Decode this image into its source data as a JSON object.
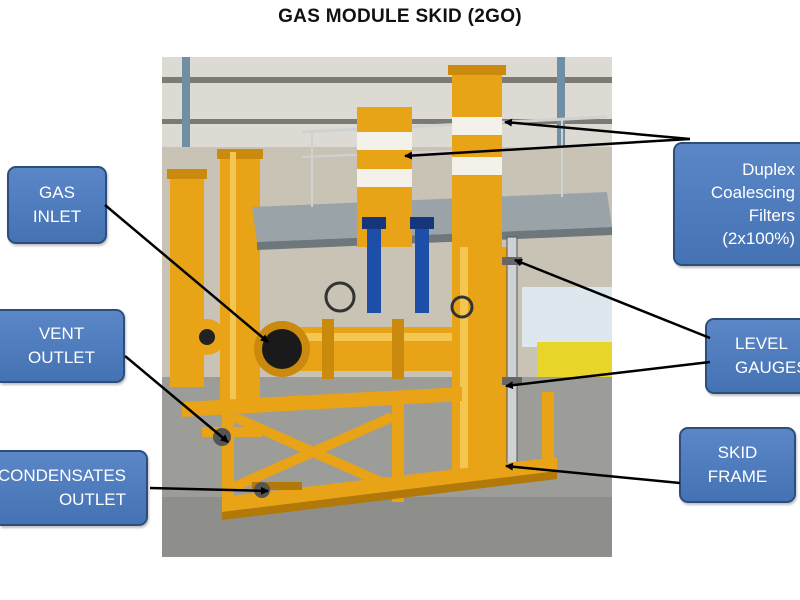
{
  "title": "GAS MODULE SKID (2GO)",
  "labels": {
    "gas_inlet": [
      "GAS",
      "INLET"
    ],
    "vent_outlet": [
      "VENT",
      "OUTLET"
    ],
    "condensates_outlet": [
      "CONDENSATES",
      "OUTLET"
    ],
    "duplex_filters": [
      "Duplex",
      "Coalescing",
      "Filters",
      "(2x100%)"
    ],
    "level_gauges": [
      "LEVEL",
      "GAUGES"
    ],
    "skid_frame": [
      "SKID",
      "FRAME"
    ]
  },
  "colors": {
    "callout_fill": "#4a78b9",
    "callout_border": "#2c4e7e",
    "equipment": "#e8a317",
    "arrow": "#000000"
  }
}
